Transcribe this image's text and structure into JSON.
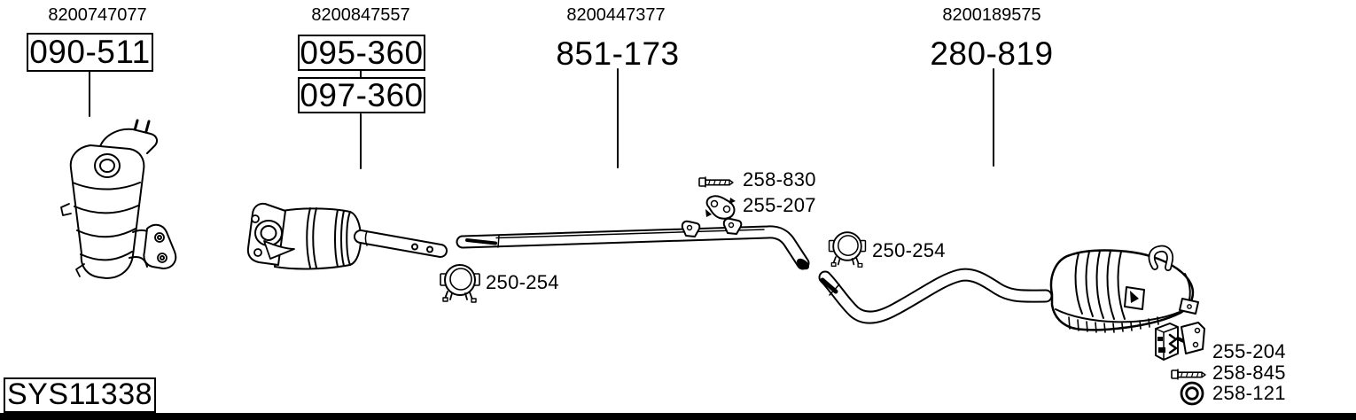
{
  "diagram": {
    "system_code": "SYS11338",
    "columns": [
      {
        "oem": "8200747077",
        "parts": [
          "090-511"
        ]
      },
      {
        "oem": "8200847557",
        "parts": [
          "095-360",
          "097-360"
        ]
      },
      {
        "oem": "8200447377",
        "parts": [
          "851-173"
        ]
      },
      {
        "oem": "8200189575",
        "parts": [
          "280-819"
        ]
      }
    ],
    "fitting_labels": [
      {
        "code": "250-254",
        "icon": "clamp-icon"
      },
      {
        "code": "258-830",
        "icon": "bolt-icon"
      },
      {
        "code": "255-207",
        "icon": "rubber-hanger-icon"
      },
      {
        "code": "250-254",
        "icon": "clamp-icon"
      },
      {
        "code": "255-204",
        "icon": "rubber-mount-icon"
      },
      {
        "code": "258-845",
        "icon": "bolt-icon"
      },
      {
        "code": "258-121",
        "icon": "washer-icon"
      }
    ],
    "colors": {
      "line": "#000000",
      "background": "#ffffff"
    }
  }
}
